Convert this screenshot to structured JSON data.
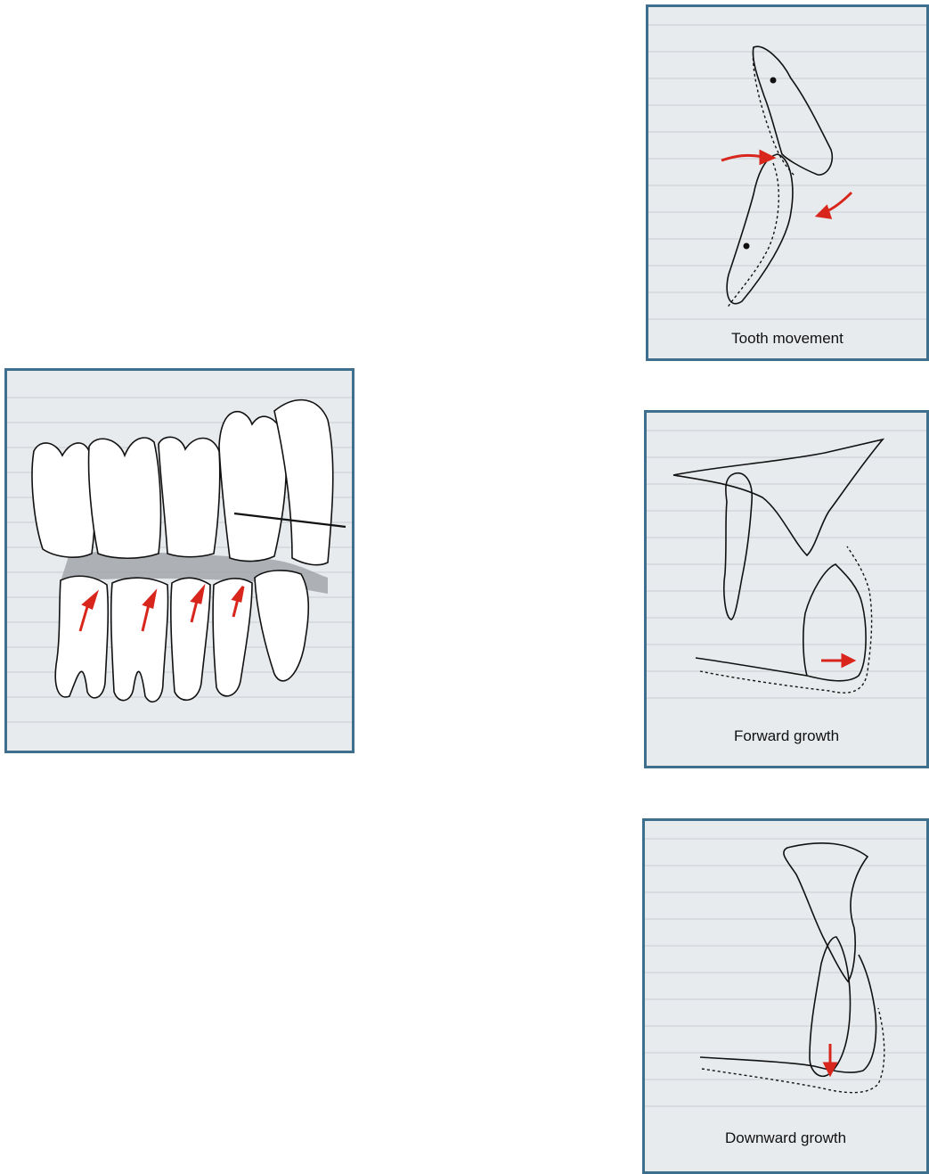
{
  "panels": {
    "main": {},
    "tooth_movement": {
      "caption": "Tooth movement"
    },
    "forward_growth": {
      "caption": "Forward growth"
    },
    "downward_growth": {
      "caption": "Downward growth"
    }
  },
  "colors": {
    "frame": "#3e6f8d",
    "panel_bg": "#e8ebee",
    "arrow": "#d9261c",
    "outline": "#111111"
  }
}
